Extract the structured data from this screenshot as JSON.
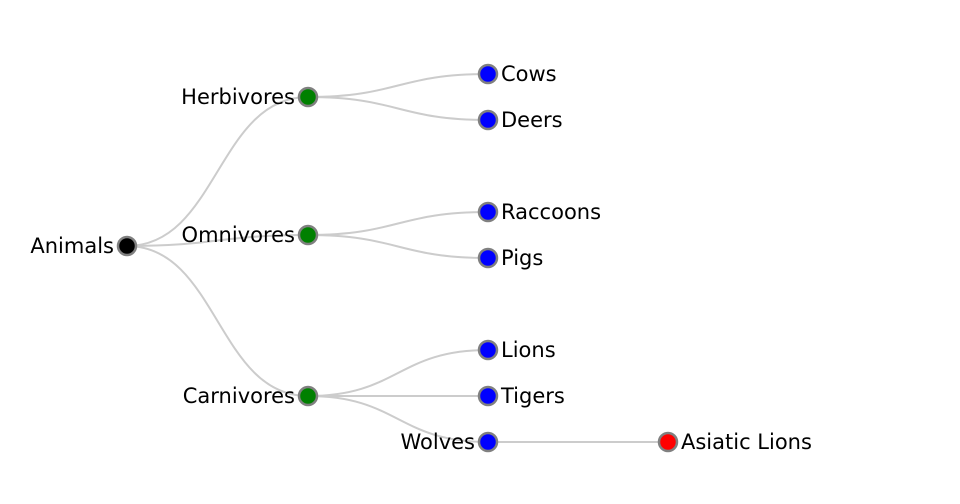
{
  "tree": {
    "name": "Animals",
    "color": "#000000",
    "children": [
      {
        "name": "Herbivores",
        "color": "#008000",
        "children": [
          {
            "name": "Cows",
            "color": "#0000ff"
          },
          {
            "name": "Deers",
            "color": "#0000ff"
          }
        ]
      },
      {
        "name": "Omnivores",
        "color": "#008000",
        "children": [
          {
            "name": "Raccoons",
            "color": "#0000ff"
          },
          {
            "name": "Pigs",
            "color": "#0000ff"
          }
        ]
      },
      {
        "name": "Carnivores",
        "color": "#008000",
        "children": [
          {
            "name": "Lions",
            "color": "#0000ff"
          },
          {
            "name": "Tigers",
            "color": "#0000ff"
          },
          {
            "name": "Wolves",
            "color": "#0000ff",
            "children": [
              {
                "name": "Asiatic Lions",
                "color": "#ff0000"
              }
            ]
          }
        ]
      }
    ]
  }
}
